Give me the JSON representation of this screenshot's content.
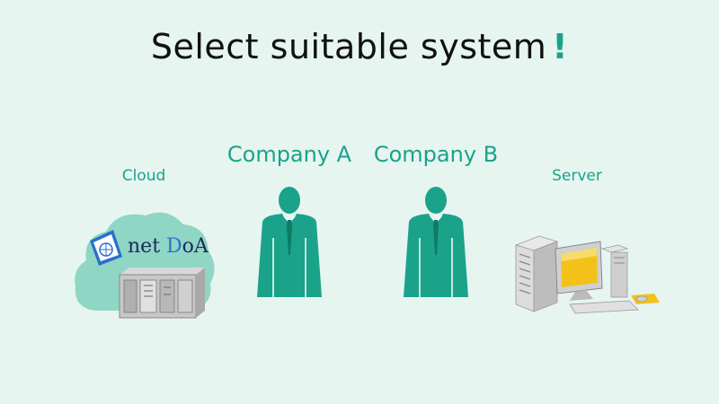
{
  "title": {
    "text": "Select suitable system",
    "exclaim": "!"
  },
  "labels": {
    "cloud": "Cloud",
    "company_a": "Company A",
    "company_b": "Company B",
    "server": "Server"
  },
  "logo": {
    "part1": "net ",
    "part2": "D",
    "part3": "oA"
  },
  "colors": {
    "accent": "#1aa38a",
    "background": "#e6f5f0",
    "cloud": "#8fd6c4",
    "person": "#1aa38a"
  },
  "icons": {
    "person": "businessman-icon",
    "cloud": "cloud-icon",
    "server": "desktop-computer-icon"
  }
}
